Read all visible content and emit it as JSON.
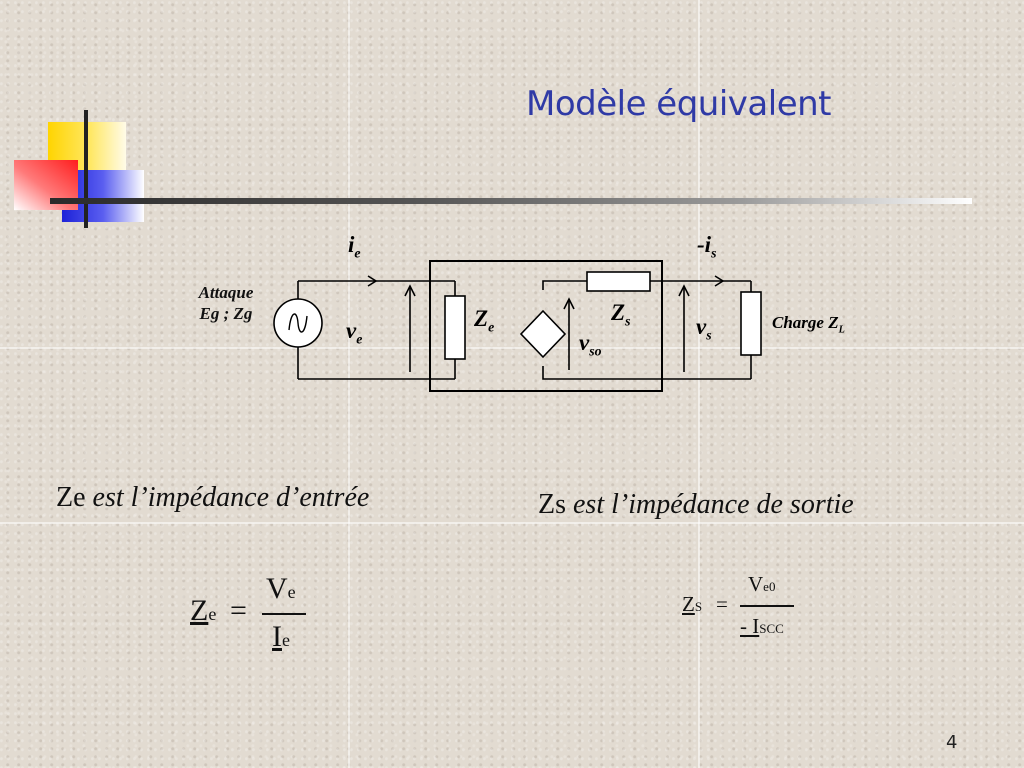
{
  "slide": {
    "title": "Modèle équivalent",
    "page_number": "4"
  },
  "circuit": {
    "attack_line1": "Attaque",
    "attack_line2": "Eg ; Zg",
    "ie_main": "i",
    "ie_sub": "e",
    "ve_main": "v",
    "ve_sub": "e",
    "ze_main": "Z",
    "ze_sub": "e",
    "zs_main": "Z",
    "zs_sub": "s",
    "vso_main": "v",
    "vso_sub": "so",
    "is_main": "-i",
    "is_sub": "s",
    "vs_main": "v",
    "vs_sub": "s",
    "load_main": "Charge Z",
    "load_sub": "L"
  },
  "statements": {
    "ze_prefix": "Ze",
    "ze_text": " est l’impédance d’entrée",
    "zs_prefix": "Zs",
    "zs_text": " est l’impédance de sortie"
  },
  "formula_ze": {
    "lhs_main": "Z",
    "lhs_sub": "e",
    "equals": "=",
    "num_main": "V",
    "num_sub": "e",
    "den_main": "I",
    "den_sub": "e"
  },
  "formula_zs": {
    "lhs_main": "Z",
    "lhs_sub": "S",
    "equals": "=",
    "num_main": "V",
    "num_sub": "e0",
    "den_main": "- I",
    "den_sub": "SCC"
  },
  "colors": {
    "title": "#2f3aa6",
    "deco_yellow": "#ffd400",
    "deco_red": "#ff2a2a",
    "deco_blue": "#2a2ee0"
  }
}
